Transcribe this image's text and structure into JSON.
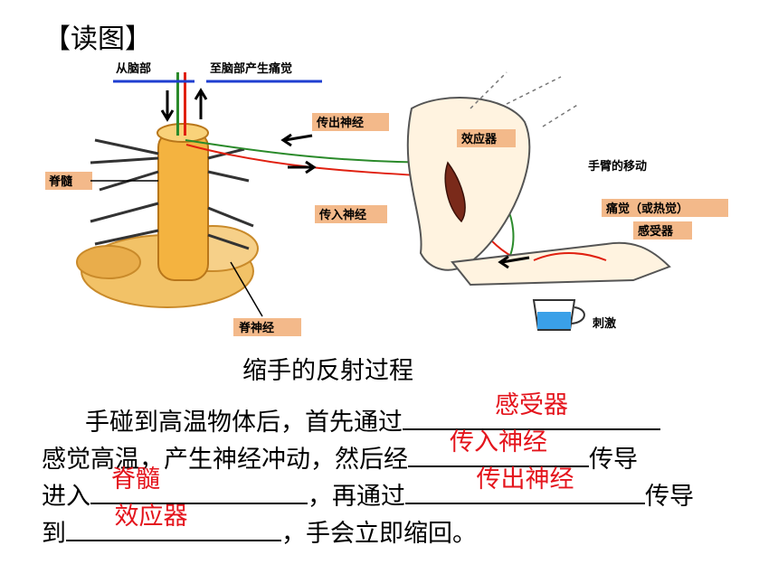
{
  "heading": "【读图】",
  "diagram": {
    "labels": {
      "from_brain": "从脑部",
      "to_brain_pain": "至脑部产生痛觉",
      "spinal_cord": "脊髓",
      "efferent_nerve": "传出神经",
      "afferent_nerve": "传入神经",
      "effector": "效应器",
      "arm_movement": "手臂的移动",
      "receptor_line1": "痛觉（或热觉）",
      "receptor_line2": "感受器",
      "spinal_nerve": "脊神经",
      "stimulus": "刺激"
    },
    "colors": {
      "tag_bg": "#f3b98a",
      "blue_line": "#1f3fd0",
      "answer_red": "#e4141c",
      "nerve_red": "#e02010",
      "nerve_green": "#2a8a2a"
    }
  },
  "caption": "缩手的反射过程",
  "paragraph": {
    "line1_text": "手碰到高温物体后，首先通过",
    "answer1": "感受器",
    "line2_text_a": "感觉高温，产生神经冲动，然后经",
    "answer2": "传入神经",
    "line2_text_b": "传导",
    "line3_text_a": "进入",
    "answer3": "脊髓",
    "line3_text_b": "，再通过",
    "answer4": "传出神经",
    "line3_text_c": "传导",
    "line4_text_a": "到",
    "answer5": "效应器",
    "line4_text_b": "，手会立即缩回。"
  }
}
